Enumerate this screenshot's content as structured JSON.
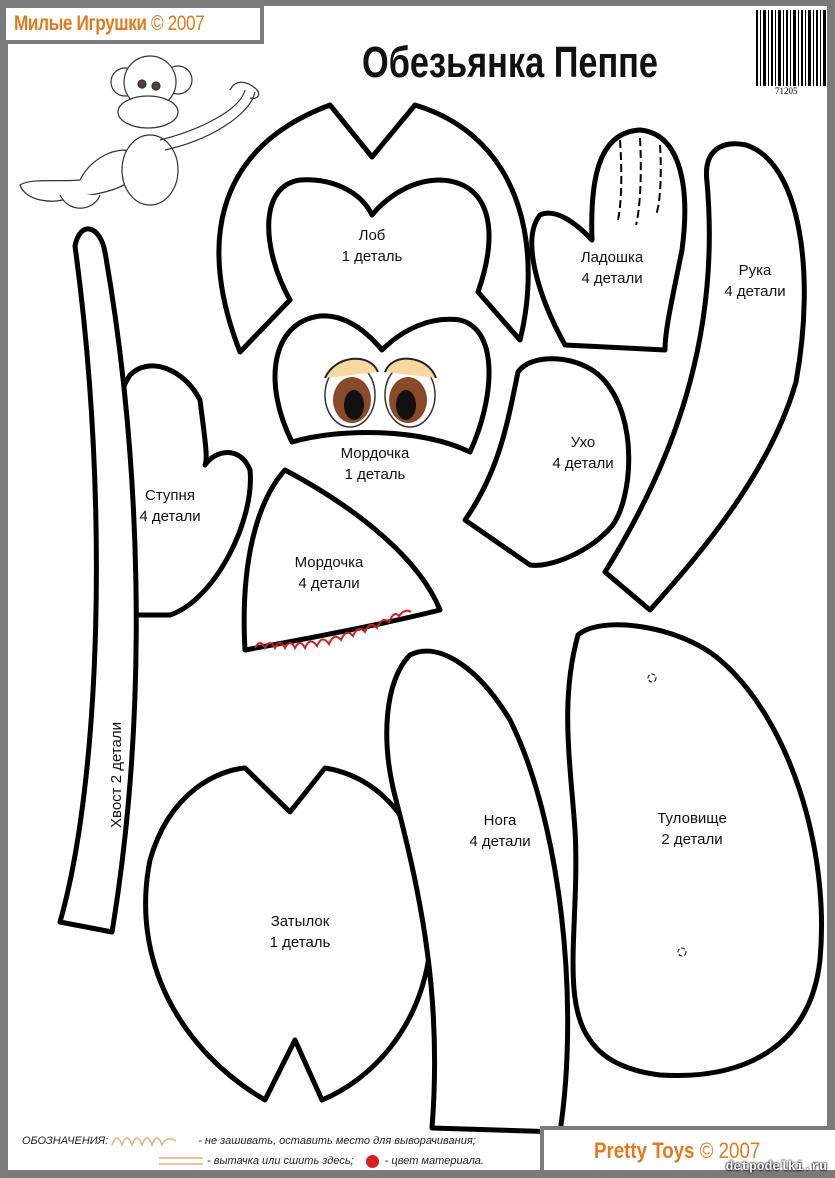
{
  "header": {
    "brand": "Милые Игрушки",
    "copyright": "© 2007"
  },
  "title": "Обезьянка Пеппе",
  "barcode_number": "71205",
  "pieces": {
    "forehead": {
      "name": "Лоб",
      "count": "1 деталь"
    },
    "palm": {
      "name": "Ладошка",
      "count": "4 детали"
    },
    "arm": {
      "name": "Рука",
      "count": "4 детали"
    },
    "muzzle_front": {
      "name": "Мордочка",
      "count": "1 деталь"
    },
    "ear": {
      "name": "Ухо",
      "count": "4 детали"
    },
    "foot": {
      "name": "Ступня",
      "count": "4 детали"
    },
    "muzzle_side": {
      "name": "Мордочка",
      "count": "4 детали"
    },
    "tail": {
      "label": "Хвост 2 детали"
    },
    "leg": {
      "name": "Нога",
      "count": "4 детали"
    },
    "body": {
      "name": "Туловище",
      "count": "2 детали"
    },
    "nape": {
      "name": "Затылок",
      "count": "1 деталь"
    }
  },
  "legend": {
    "title": "ОБОЗНАЧЕНИЯ:",
    "opening": "- не зашивать, оставить место  для выворачивания;",
    "dart": "- вытачка или сшить здесь;",
    "color": "- цвет материала."
  },
  "footer": {
    "brand": "Pretty Toys",
    "copyright": "© 2007",
    "watermark": "detpodelki.ru"
  },
  "colors": {
    "brand": "#e07a1f",
    "stitch": "#cc2222",
    "material": "#d42020"
  }
}
